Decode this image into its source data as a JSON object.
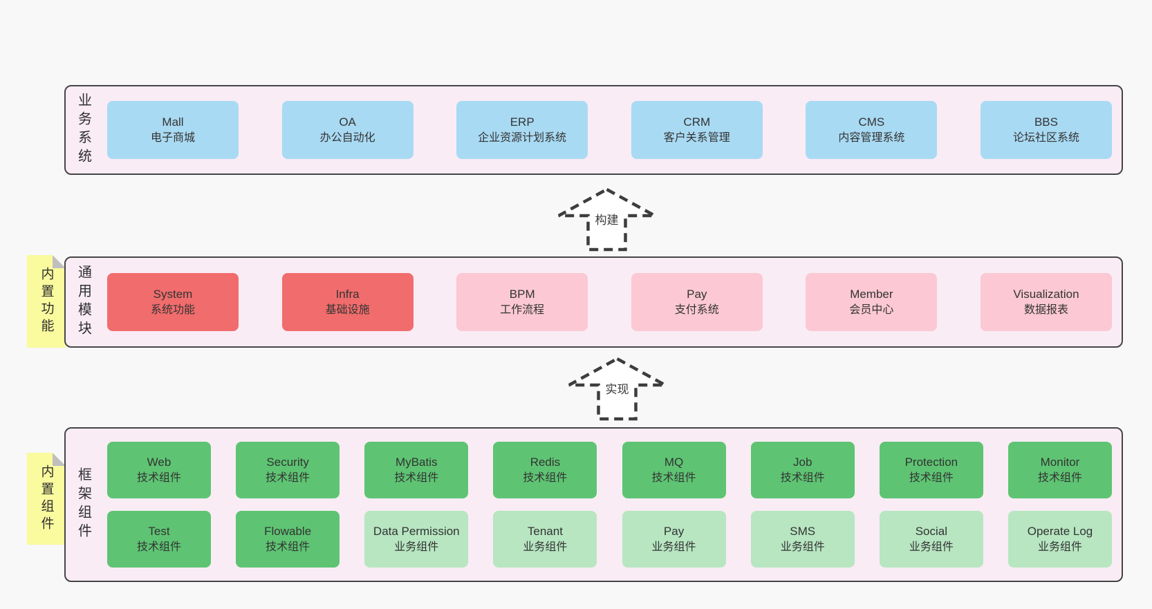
{
  "colors": {
    "blue": "#a9daf3",
    "red": "#f16c6c",
    "pink": "#fbc8d3",
    "green": "#5ec473",
    "lightgreen": "#b7e6c1",
    "panel_bg": "#f9ecf5",
    "panel_border": "#454545",
    "tag_bg": "#fafa9e",
    "tag_fold": "#bfbfbf",
    "page_bg": "#f8f8f8",
    "arrow_stroke": "#3d3d3d",
    "text": "#333333"
  },
  "arrows": [
    {
      "label": "构建"
    },
    {
      "label": "实现"
    }
  ],
  "sections": [
    {
      "key": "business-systems",
      "side_label": "业务系统",
      "boxes": [
        {
          "en": "Mall",
          "zh": "电子商城",
          "variant": "blue"
        },
        {
          "en": "OA",
          "zh": "办公自动化",
          "variant": "blue"
        },
        {
          "en": "ERP",
          "zh": "企业资源计划系统",
          "variant": "blue"
        },
        {
          "en": "CRM",
          "zh": "客户关系管理",
          "variant": "blue"
        },
        {
          "en": "CMS",
          "zh": "内容管理系统",
          "variant": "blue"
        },
        {
          "en": "BBS",
          "zh": "论坛社区系统",
          "variant": "blue"
        }
      ]
    },
    {
      "key": "common-modules",
      "side_label": "通用模块",
      "tag": "内置功能",
      "boxes": [
        {
          "en": "System",
          "zh": "系统功能",
          "variant": "red"
        },
        {
          "en": "Infra",
          "zh": "基础设施",
          "variant": "red"
        },
        {
          "en": "BPM",
          "zh": "工作流程",
          "variant": "pink"
        },
        {
          "en": "Pay",
          "zh": "支付系统",
          "variant": "pink"
        },
        {
          "en": "Member",
          "zh": "会员中心",
          "variant": "pink"
        },
        {
          "en": "Visualization",
          "zh": "数据报表",
          "variant": "pink"
        }
      ]
    },
    {
      "key": "framework-components",
      "side_label": "框架组件",
      "tag": "内置组件",
      "rows": [
        [
          {
            "en": "Web",
            "zh": "技术组件",
            "variant": "green"
          },
          {
            "en": "Security",
            "zh": "技术组件",
            "variant": "green"
          },
          {
            "en": "MyBatis",
            "zh": "技术组件",
            "variant": "green"
          },
          {
            "en": "Redis",
            "zh": "技术组件",
            "variant": "green"
          },
          {
            "en": "MQ",
            "zh": "技术组件",
            "variant": "green"
          },
          {
            "en": "Job",
            "zh": "技术组件",
            "variant": "green"
          },
          {
            "en": "Protection",
            "zh": "技术组件",
            "variant": "green"
          },
          {
            "en": "Monitor",
            "zh": "技术组件",
            "variant": "green"
          }
        ],
        [
          {
            "en": "Test",
            "zh": "技术组件",
            "variant": "green"
          },
          {
            "en": "Flowable",
            "zh": "技术组件",
            "variant": "green"
          },
          {
            "en": "Data Permission",
            "zh": "业务组件",
            "variant": "lightgreen"
          },
          {
            "en": "Tenant",
            "zh": "业务组件",
            "variant": "lightgreen"
          },
          {
            "en": "Pay",
            "zh": "业务组件",
            "variant": "lightgreen"
          },
          {
            "en": "SMS",
            "zh": "业务组件",
            "variant": "lightgreen"
          },
          {
            "en": "Social",
            "zh": "业务组件",
            "variant": "lightgreen"
          },
          {
            "en": "Operate Log",
            "zh": "业务组件",
            "variant": "lightgreen"
          }
        ]
      ]
    }
  ]
}
